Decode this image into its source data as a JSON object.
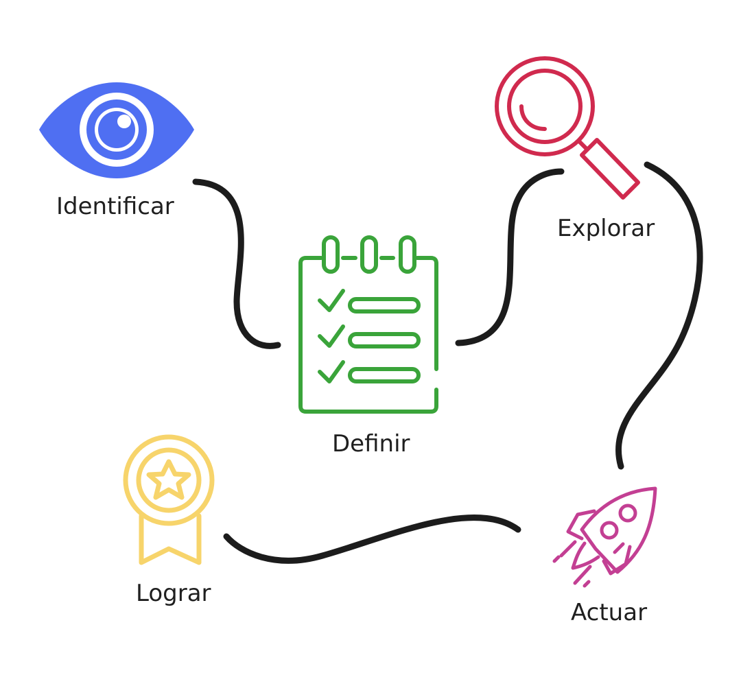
{
  "steps": [
    {
      "id": "identificar",
      "label": "Identificar",
      "icon": "eye-icon",
      "color": "#4f6ff2"
    },
    {
      "id": "definir",
      "label": "Definir",
      "icon": "checklist-notepad-icon",
      "color": "#3aa43a"
    },
    {
      "id": "explorar",
      "label": "Explorar",
      "icon": "magnifying-glass-icon",
      "color": "#d02a4e"
    },
    {
      "id": "actuar",
      "label": "Actuar",
      "icon": "rocket-icon",
      "color": "#c33f93"
    },
    {
      "id": "lograr",
      "label": "Lograr",
      "icon": "award-ribbon-icon",
      "color": "#f7d46b"
    }
  ],
  "connector_color": "#1c1c1c"
}
